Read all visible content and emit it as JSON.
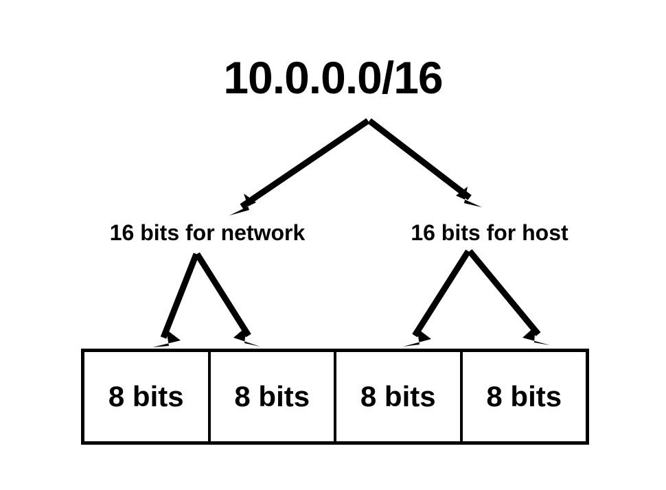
{
  "diagram": {
    "title": "10.0.0.0/16",
    "background_color": "#ffffff",
    "stroke_color": "#000000",
    "branches": [
      {
        "label": "16 bits for network"
      },
      {
        "label": "16 bits for host"
      }
    ],
    "octets": [
      {
        "label": "8 bits"
      },
      {
        "label": "8 bits"
      },
      {
        "label": "8 bits"
      },
      {
        "label": "8 bits"
      }
    ],
    "arrows": {
      "top_arrow_left_name": "arrow-title-to-network",
      "top_arrow_right_name": "arrow-title-to-host",
      "network_arrow_left_name": "arrow-network-to-octet-1",
      "network_arrow_right_name": "arrow-network-to-octet-2",
      "host_arrow_left_name": "arrow-host-to-octet-3",
      "host_arrow_right_name": "arrow-host-to-octet-4"
    }
  }
}
